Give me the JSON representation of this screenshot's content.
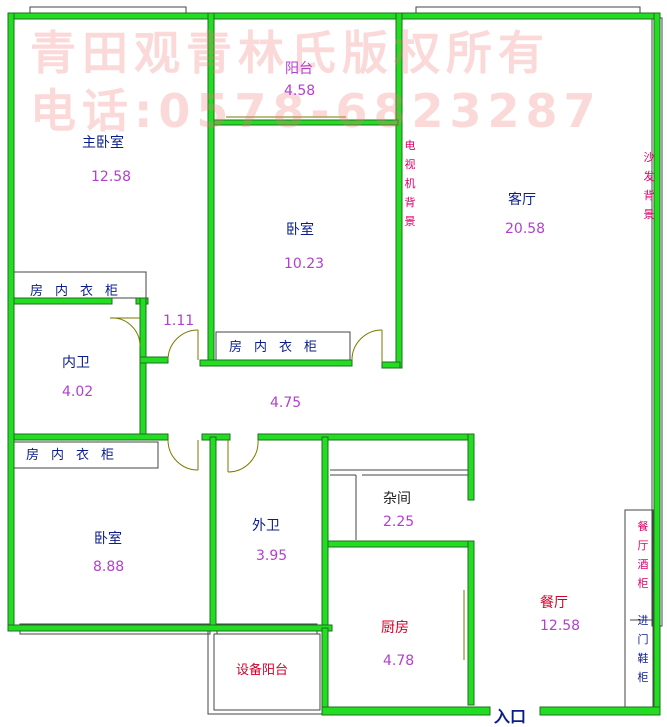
{
  "watermark": {
    "line1": "青田观青林氏版权所有",
    "line2": "电话:0578-6823287"
  },
  "rooms": {
    "master_bedroom": {
      "name": "主卧室",
      "area": "12.58"
    },
    "balcony": {
      "name": "阳台",
      "area": "4.58"
    },
    "bedroom_mid": {
      "name": "卧室",
      "area": "10.23"
    },
    "living": {
      "name": "客厅",
      "area": "20.58"
    },
    "hall_small": {
      "area": "1.11"
    },
    "inner_bath": {
      "name": "内卫",
      "area": "4.02"
    },
    "corridor": {
      "area": "4.75"
    },
    "bedroom_low": {
      "name": "卧室",
      "area": "8.88"
    },
    "outer_bath": {
      "name": "外卫",
      "area": "3.95"
    },
    "storage": {
      "name": "杂间",
      "area": "2.25"
    },
    "kitchen": {
      "name": "厨房",
      "area": "4.78"
    },
    "dining": {
      "name": "餐厅",
      "area": "12.58"
    },
    "equip_balcony": {
      "name": "设备阳台"
    }
  },
  "closets": {
    "master": "房内衣柜",
    "mid": "房内衣柜",
    "low": "房内衣柜"
  },
  "wall_notes": {
    "tv": "电视机背景",
    "sofa": "沙发背景",
    "wine": "餐厅酒柜",
    "shoe": "进门鞋柜"
  },
  "entrance": "入口",
  "colors": {
    "wall": "#22dd22",
    "wall_outline": "#1f6f1f",
    "room_name": "#0b1d8a",
    "area": "#b23fd0",
    "kitchen_name": "#d4002a",
    "wall_note": "#e0006a",
    "watermark": "#f07878"
  }
}
